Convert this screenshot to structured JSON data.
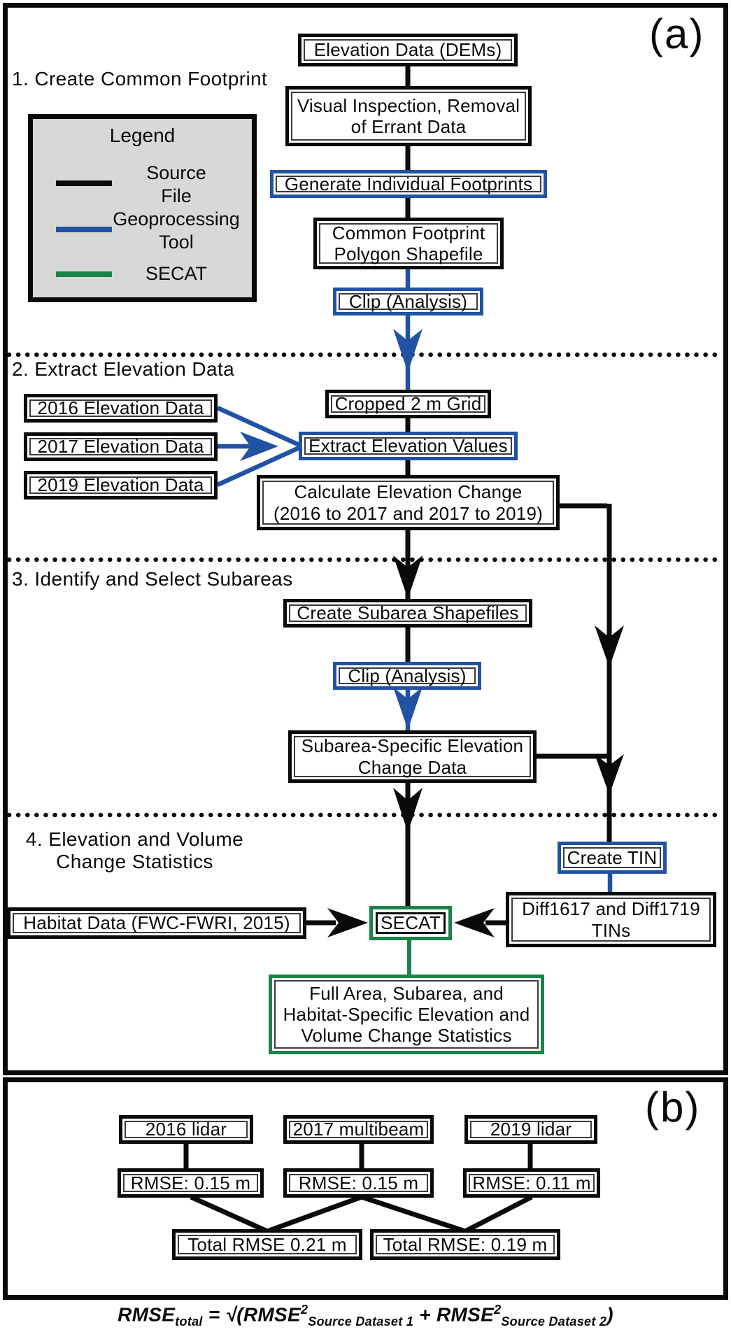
{
  "colors": {
    "source_file": "#0a0a0a",
    "geoprocessing_tool": "#2152a3",
    "secat": "#1a8447",
    "legend_bg": "#d8d8d8"
  },
  "panel_a": {
    "tag": "(a)",
    "section_labels": {
      "s1": "1. Create Common Footprint",
      "s2": "2. Extract Elevation Data",
      "s3": "3. Identify and Select Subareas",
      "s4": "4. Elevation and Volume\nChange Statistics"
    },
    "legend": {
      "title": "Legend",
      "items": [
        {
          "label": "Source\nFile"
        },
        {
          "label": "Geoprocessing\nTool"
        },
        {
          "label": "SECAT"
        }
      ]
    },
    "nodes": {
      "elevation_data": "Elevation Data (DEMs)",
      "visual_inspection": "Visual Inspection, Removal\nof Errant Data",
      "generate_footprints": "Generate Individual Footprints",
      "common_footprint": "Common Footprint\nPolygon Shapefile",
      "clip_analysis_1": "Clip (Analysis)",
      "cropped_grid": "Cropped 2 m Grid",
      "elev_2016": "2016 Elevation Data",
      "elev_2017": "2017 Elevation Data",
      "elev_2019": "2019 Elevation Data",
      "extract_values": "Extract Elevation Values",
      "calculate_change": "Calculate Elevation Change\n(2016 to 2017 and 2017 to 2019)",
      "create_subarea": "Create Subarea Shapefiles",
      "clip_analysis_2": "Clip (Analysis)",
      "subarea_specific": "Subarea-Specific Elevation\nChange Data",
      "create_tin": "Create TIN",
      "diff_tins": "Diff1617 and Diff1719\nTINs",
      "habitat_data": "Habitat Data (FWC-FWRI, 2015)",
      "secat": "SECAT",
      "results": "Full Area, Subarea, and\nHabitat-Specific Elevation and\nVolume Change Statistics"
    }
  },
  "panel_b": {
    "tag": "(b)",
    "sources": [
      "2016 lidar",
      "2017 multibeam",
      "2019 lidar"
    ],
    "rmse": [
      "RMSE: 0.15 m",
      "RMSE: 0.15 m",
      "RMSE: 0.11 m"
    ],
    "totals": [
      "Total RMSE 0.21 m",
      "Total RMSE: 0.19 m"
    ]
  },
  "formula": {
    "lhs": "RMSE",
    "lhs_sub": "total",
    "equals": " = ",
    "radical": "√(",
    "t1": "RMSE",
    "t1_sup": "2",
    "t1_sub": "Source Dataset 1",
    "plus": " + ",
    "t2": "RMSE",
    "t2_sup": "2",
    "t2_sub": "Source Dataset 2",
    "close": ")"
  }
}
